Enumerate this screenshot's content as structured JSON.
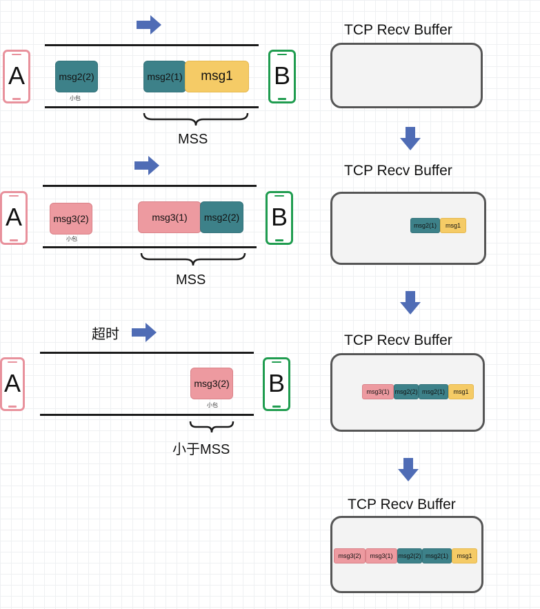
{
  "colors": {
    "teal": "#3d8189",
    "yellow": "#f5cb66",
    "salmon": "#ed9aa0",
    "arrow": "#4f6cb5",
    "phone_a": "#e8919c",
    "phone_b": "#1f9c4f"
  },
  "icons": {
    "arrow": "right-arrow-icon",
    "down_arrow": "down-arrow-icon",
    "phone": "phone-icon"
  },
  "row1": {
    "sender": "A",
    "receiver": "B",
    "small_packet": "msg2(2)",
    "small_note": "小包",
    "seg_a": "msg2(1)",
    "seg_b": "msg1",
    "brace_label": "MSS"
  },
  "row2": {
    "sender": "A",
    "receiver": "B",
    "small_packet": "msg3(2)",
    "small_note": "小包",
    "seg_a": "msg3(1)",
    "seg_b": "msg2(2)",
    "brace_label": "MSS"
  },
  "row3": {
    "timeout_label": "超时",
    "sender": "A",
    "receiver": "B",
    "packet": "msg3(2)",
    "small_note": "小包",
    "brace_label": "小于MSS"
  },
  "buffers": [
    {
      "title": "TCP Recv Buffer",
      "cells": []
    },
    {
      "title": "TCP Recv Buffer",
      "cells": [
        "msg2(1)",
        "msg1"
      ]
    },
    {
      "title": "TCP Recv Buffer",
      "cells": [
        "msg3(1)",
        "msg2(2)",
        "msg2(1)",
        "msg1"
      ]
    },
    {
      "title": "TCP Recv Buffer",
      "cells": [
        "msg3(2)",
        "msg3(1)",
        "msg2(2)",
        "msg2(1)",
        "msg1"
      ]
    }
  ]
}
